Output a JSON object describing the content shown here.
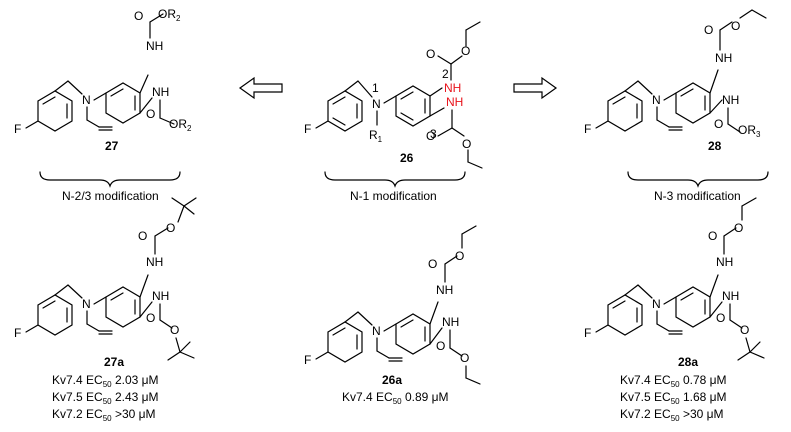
{
  "compounds": {
    "c27": {
      "id": "27",
      "r_label": "OR",
      "r_sub": "2",
      "nh_top": "NH",
      "nh_bottom": "NH",
      "n_label": "N",
      "f_label": "F"
    },
    "c26": {
      "id": "26",
      "nh_top": "NH",
      "nh_bottom": "NH",
      "n_label": "N",
      "r_label": "R",
      "r_sub": "1",
      "f_label": "F",
      "pos1": "1",
      "pos2": "2",
      "pos3": "3"
    },
    "c28": {
      "id": "28",
      "r_label": "OR",
      "r_sub": "3",
      "nh_top": "NH",
      "nh_bottom": "NH",
      "n_label": "N",
      "f_label": "F"
    },
    "c27a": {
      "id": "27a",
      "nh_top": "NH",
      "nh_bottom": "NH",
      "n_label": "N",
      "f_label": "F"
    },
    "c26a": {
      "id": "26a",
      "nh_top": "NH",
      "nh_bottom": "NH",
      "n_label": "N",
      "f_label": "F"
    },
    "c28a": {
      "id": "28a",
      "nh_top": "NH",
      "nh_bottom": "NH",
      "n_label": "N",
      "f_label": "F"
    }
  },
  "modifications": {
    "left": "N-2/3 modification",
    "center": "N-1 modification",
    "right": "N-3 modification"
  },
  "activity": {
    "c27a": [
      {
        "channel": "Kv7.4 EC",
        "sub": "50",
        "value": " 2.03 μM"
      },
      {
        "channel": "Kv7.5 EC",
        "sub": "50",
        "value": " 2.43 μM"
      },
      {
        "channel": "Kv7.2 EC",
        "sub": "50",
        "value": " >30  μM"
      }
    ],
    "c26a": [
      {
        "channel": "Kv7.4 EC",
        "sub": "50",
        "value": " 0.89 μM"
      }
    ],
    "c28a": [
      {
        "channel": "Kv7.4 EC",
        "sub": "50",
        "value": " 0.78 μM"
      },
      {
        "channel": "Kv7.5 EC",
        "sub": "50",
        "value": " 1.68 μM"
      },
      {
        "channel": "Kv7.2 EC",
        "sub": "50",
        "value": " >30  μM"
      }
    ]
  },
  "colors": {
    "nh_highlight": "#e8141c",
    "ink": "#000000"
  }
}
